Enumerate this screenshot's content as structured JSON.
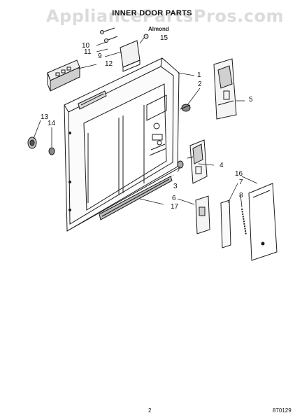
{
  "watermark": "AppliancePartsPros.com",
  "title": "INNER DOOR PARTS",
  "model_line": "",
  "color_label": "Almond",
  "page_number": "2",
  "doc_code": "870129",
  "callouts": [
    {
      "id": "c1",
      "label": "1"
    },
    {
      "id": "c2",
      "label": "2"
    },
    {
      "id": "c3",
      "label": "3"
    },
    {
      "id": "c4",
      "label": "4"
    },
    {
      "id": "c5",
      "label": "5"
    },
    {
      "id": "c6",
      "label": "6"
    },
    {
      "id": "c7",
      "label": "7"
    },
    {
      "id": "c8",
      "label": "8"
    },
    {
      "id": "c9",
      "label": "9"
    },
    {
      "id": "c10",
      "label": "10"
    },
    {
      "id": "c11",
      "label": "11"
    },
    {
      "id": "c12",
      "label": "12"
    },
    {
      "id": "c13",
      "label": "13"
    },
    {
      "id": "c14",
      "label": "14"
    },
    {
      "id": "c15",
      "label": "15"
    },
    {
      "id": "c16",
      "label": "16"
    },
    {
      "id": "c17",
      "label": "17"
    }
  ]
}
